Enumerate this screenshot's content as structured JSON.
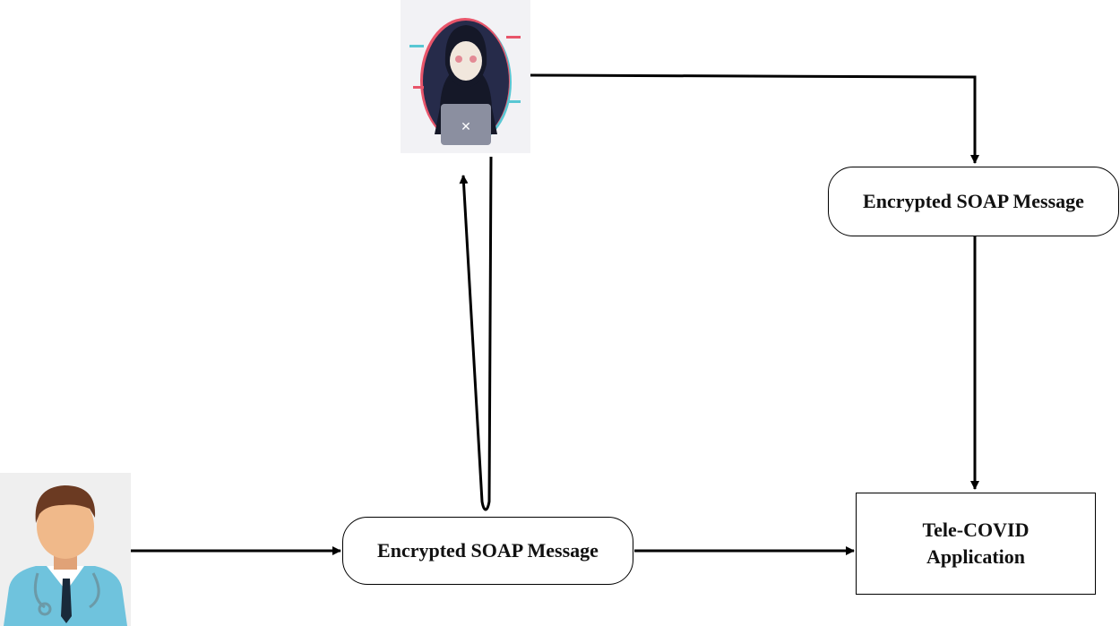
{
  "nodes": {
    "message_bottom": "Encrypted SOAP Message",
    "message_right": "Encrypted SOAP Message",
    "application": "Tele-COVID Application"
  },
  "actors": {
    "doctor_icon": "doctor-avatar-icon",
    "attacker_icon": "hooded-hacker-with-laptop-icon"
  },
  "colors": {
    "line": "#000000",
    "doctor_bg": "#efefef",
    "doctor_coat": "#6fc3dd",
    "attacker_bg": "#f2f2f5",
    "attacker_circle": "#262b4a",
    "glitch_red": "#e8556a",
    "glitch_cyan": "#58c7d3"
  }
}
